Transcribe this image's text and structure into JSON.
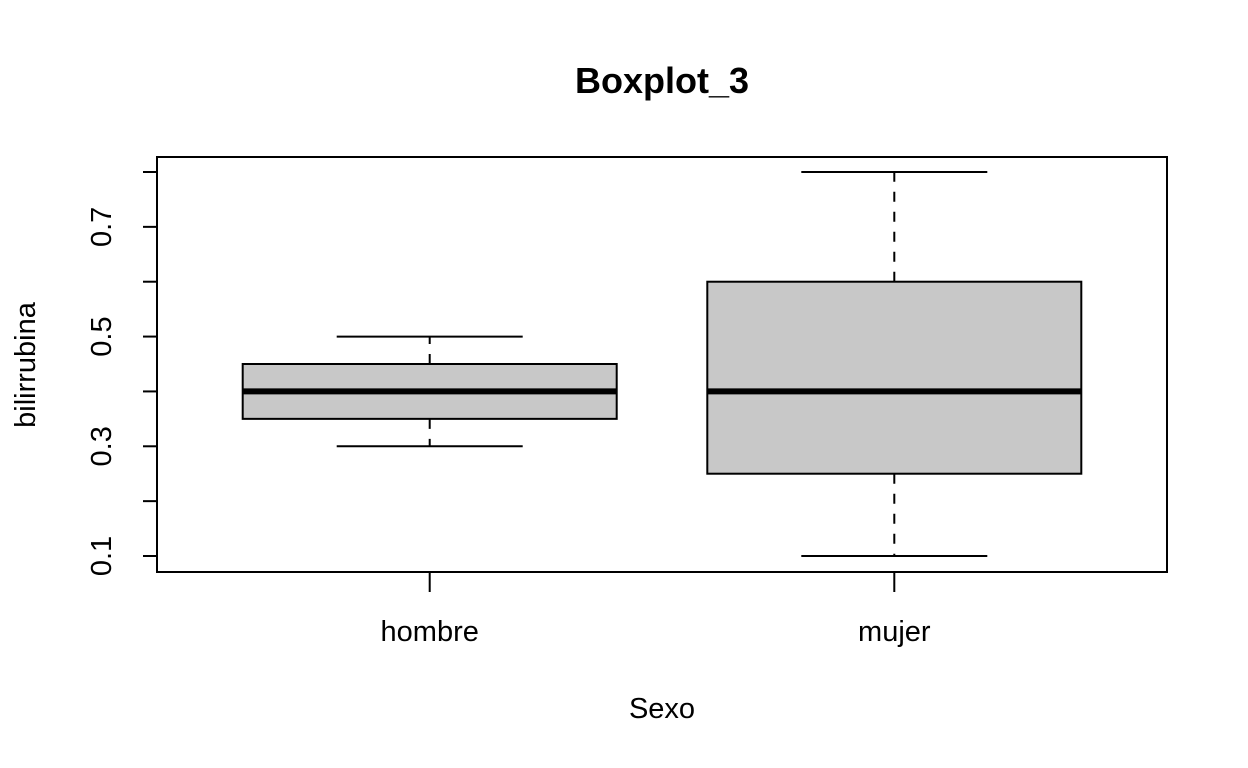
{
  "chart_data": {
    "type": "boxplot",
    "title": "Boxplot_3",
    "xlabel": "Sexo",
    "ylabel": "bilirrubina",
    "categories": [
      "hombre",
      "mujer"
    ],
    "boxes": [
      {
        "category": "hombre",
        "whisker_low": 0.3,
        "q1": 0.35,
        "median": 0.4,
        "q3": 0.45,
        "whisker_high": 0.5
      },
      {
        "category": "mujer",
        "whisker_low": 0.1,
        "q1": 0.25,
        "median": 0.4,
        "q3": 0.6,
        "whisker_high": 0.8
      }
    ],
    "ylim": [
      0.1,
      0.8
    ],
    "yticks": [
      0.1,
      0.2,
      0.3,
      0.4,
      0.5,
      0.6,
      0.7,
      0.8
    ],
    "ytick_labels": [
      "0.1",
      "",
      "0.3",
      "",
      "0.5",
      "",
      "0.7",
      ""
    ],
    "box_fill": "#c8c8c8",
    "grid": false
  }
}
